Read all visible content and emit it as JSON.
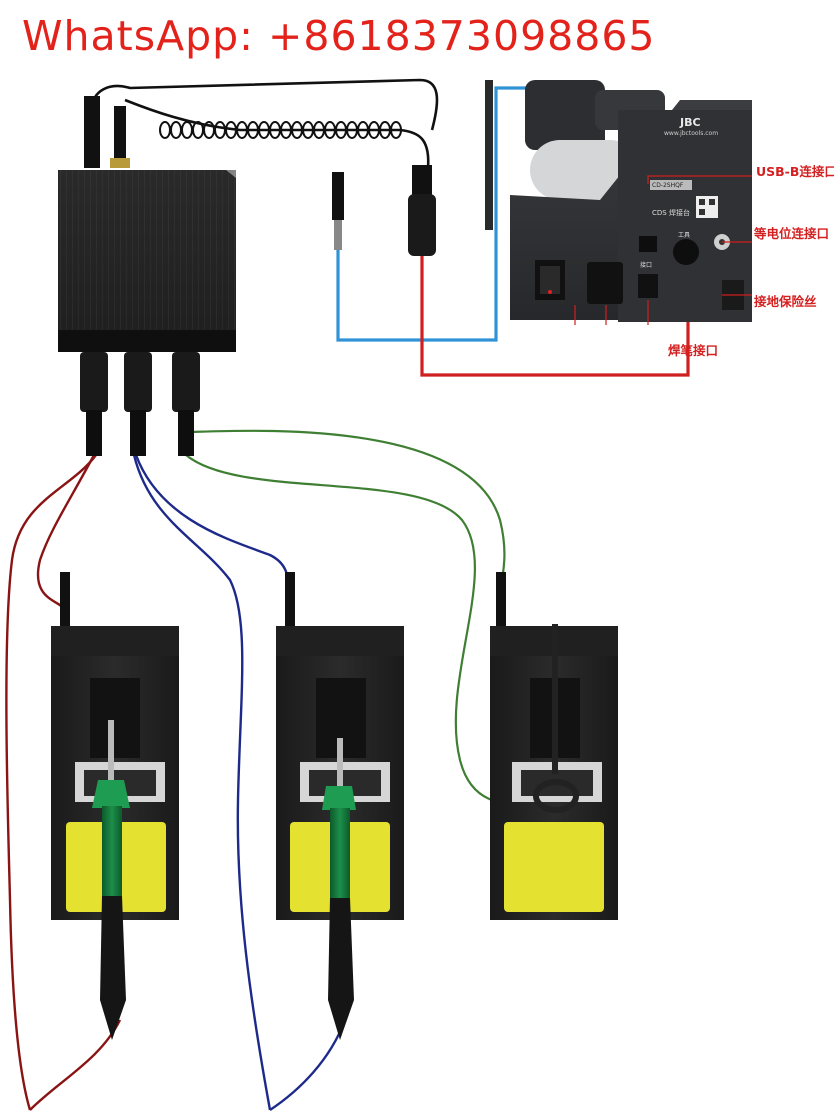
{
  "header": {
    "whatsapp_text": "WhatsApp: +8618373098865"
  },
  "labels": {
    "usb_b_port": "USB-B连接口",
    "equipotential_port": "等电位连接口",
    "ground_fuse": "接地保险丝",
    "soldering_port": "焊笔接口"
  },
  "station": {
    "brand": "JBC",
    "website": "www.jbctools.com",
    "model": "CD-2SHQF",
    "model_desc": "CDS 焊接台",
    "port_tool": "工具",
    "port_interface": "接口"
  },
  "cable_colors": {
    "red": "#cf1f1f",
    "blue": "#2f93d6",
    "dark_red": "#8a1414",
    "dark_blue": "#1d2a8a",
    "green": "#3f7f33"
  },
  "holder_pad_color": "#e4e130"
}
